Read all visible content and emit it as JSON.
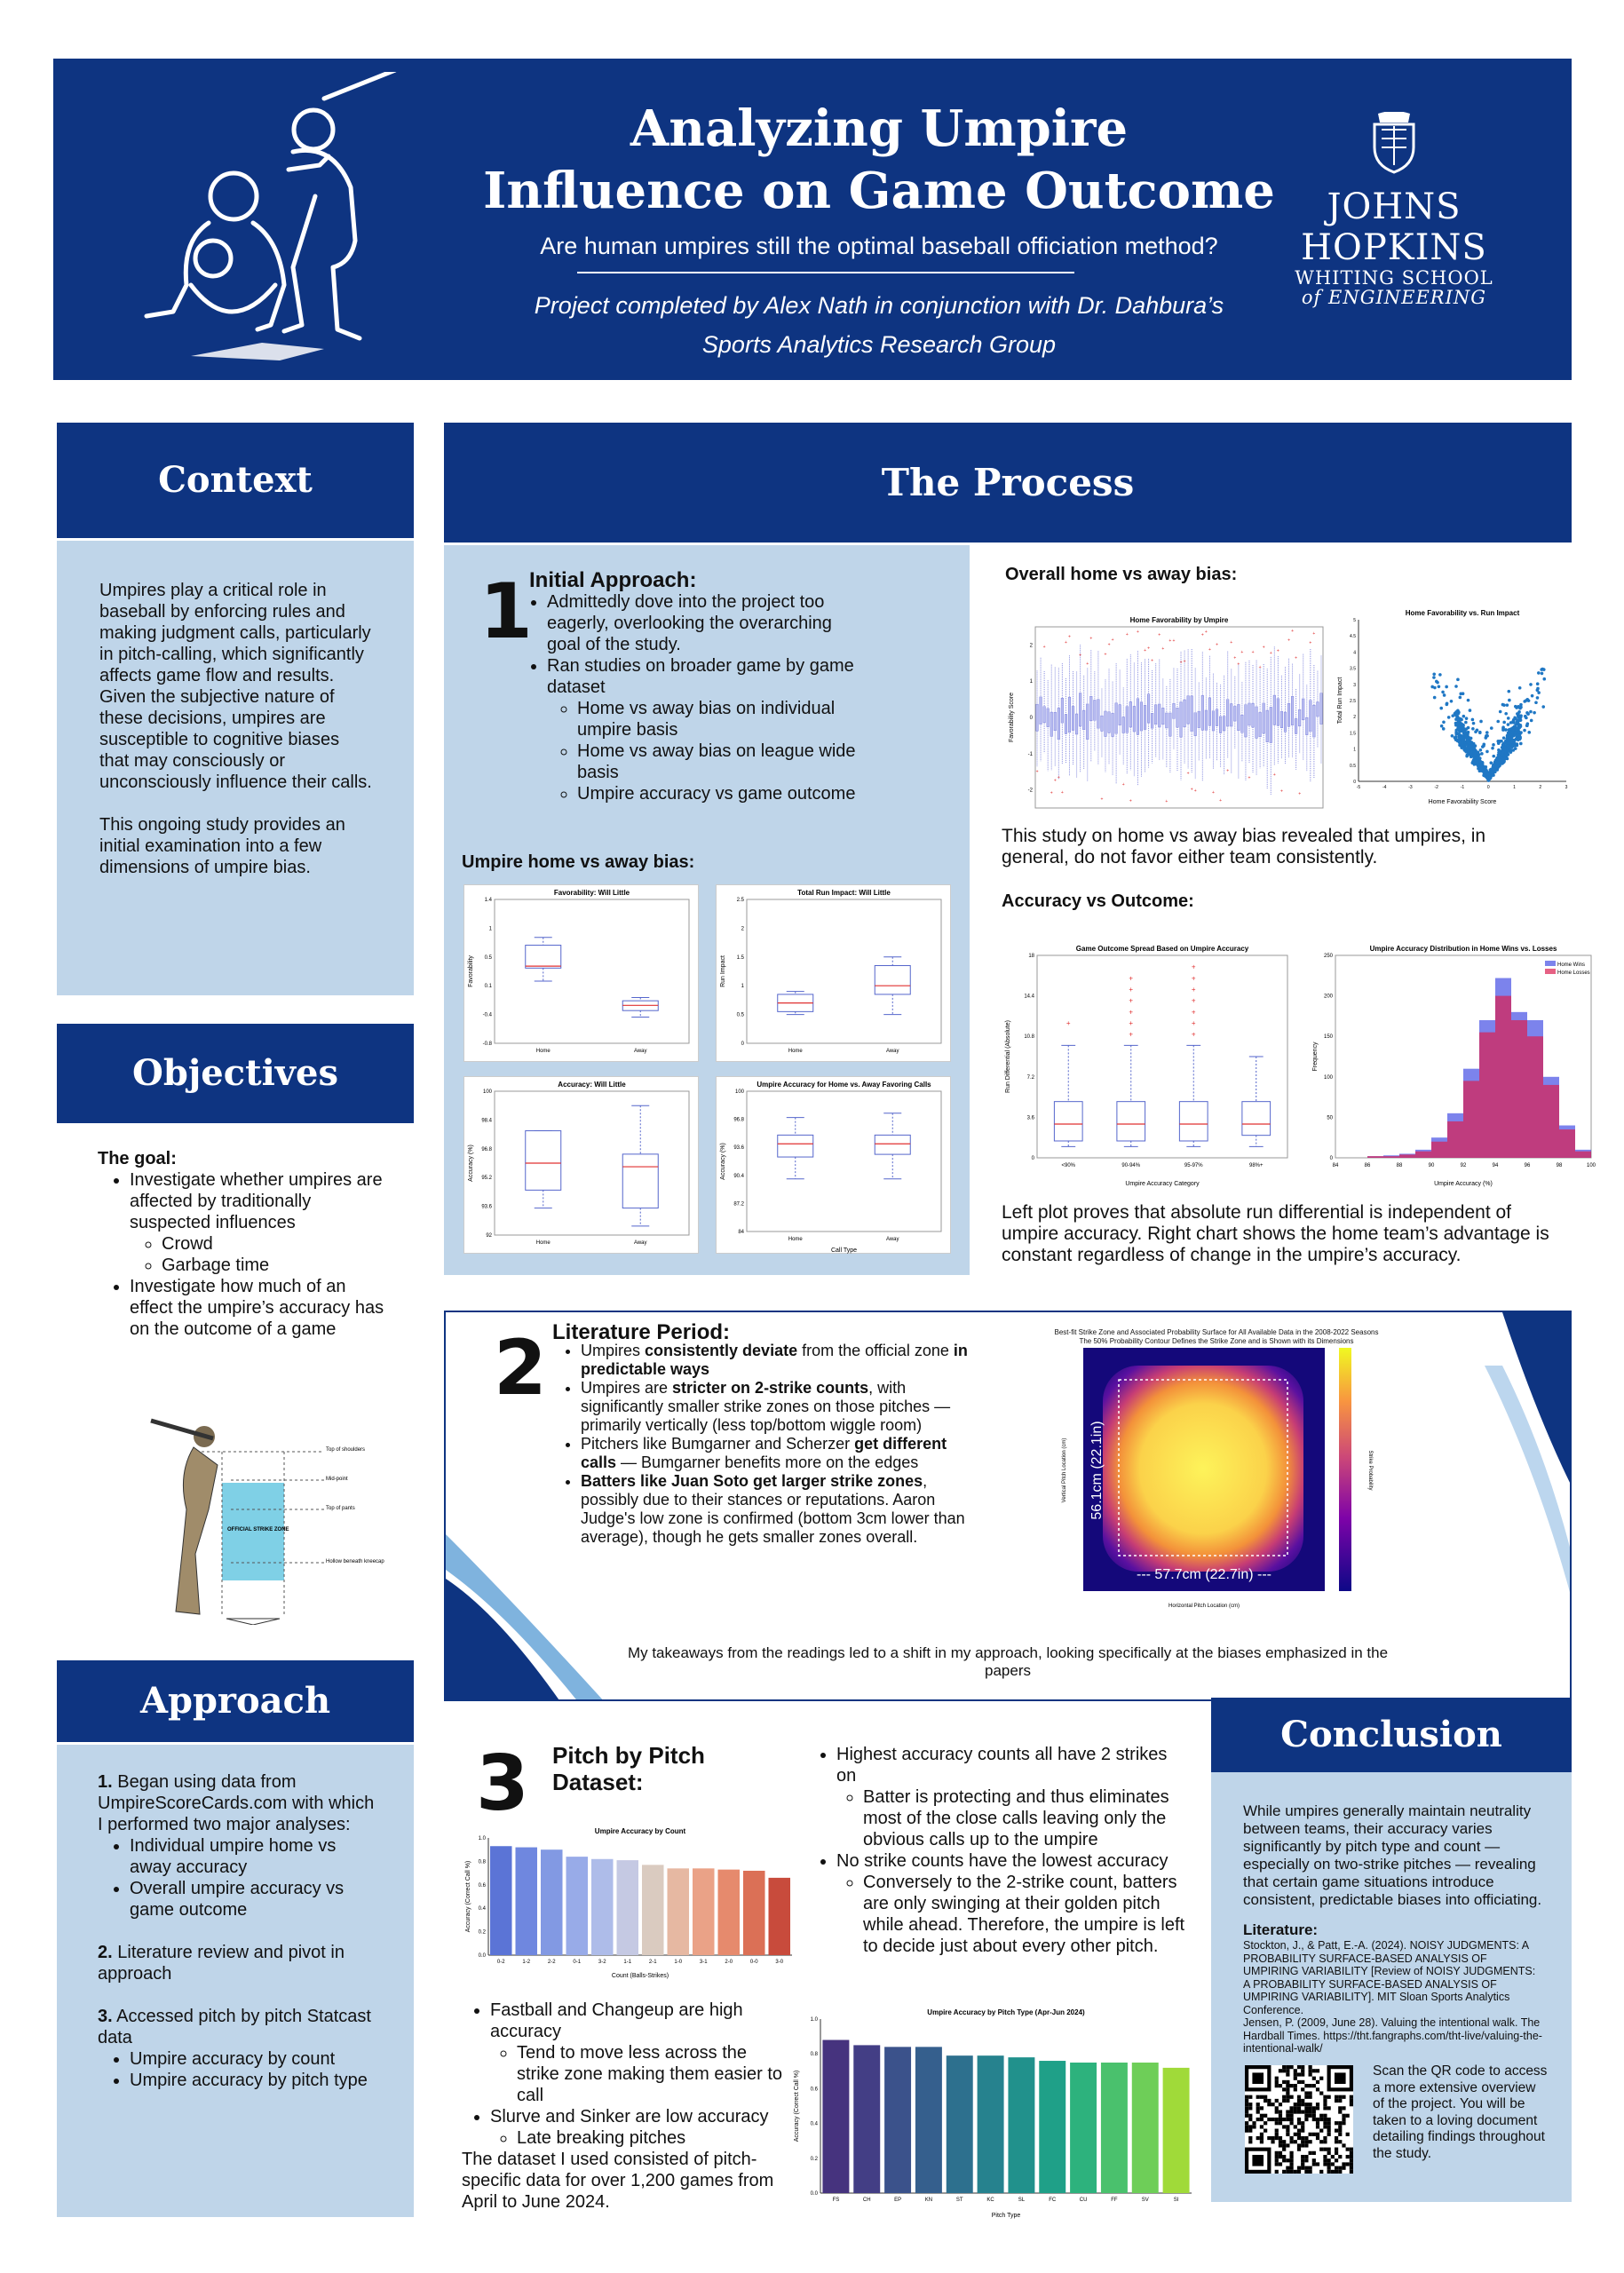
{
  "header": {
    "title_line1": "Analyzing Umpire",
    "title_line2": "Influence on Game Outcome",
    "subtitle": "Are human umpires still the optimal baseball officiation method?",
    "credit_line1": "Project completed by Alex Nath in conjunction with Dr. Dahbura’s",
    "credit_line2": "Sports Analytics Research Group",
    "logo_line1": "JOHNS HOPKINS",
    "logo_line2": "WHITING SCHOOL",
    "logo_line3": "of ENGINEERING"
  },
  "context": {
    "title": "Context",
    "p1": "Umpires play a critical role in baseball by enforcing rules and making judgment calls, particularly in pitch-calling, which significantly affects game flow and results. Given the subjective nature of these decisions, umpires are susceptible to cognitive biases that may consciously or unconsciously influence their calls.",
    "p2": "This ongoing study provides an initial examination into a few dimensions of umpire bias."
  },
  "objectives": {
    "title": "Objectives",
    "goal_label": "The goal:",
    "b1": "Investigate whether umpires are affected by traditionally suspected influences",
    "b1a": "Crowd",
    "b1b": "Garbage time",
    "b2": "Investigate how much of an effect the umpire’s accuracy has on the outcome of a game",
    "zone_labels": [
      "Top of shoulders",
      "Mid-point",
      "Top of pants",
      "OFFICIAL STRIKE ZONE",
      "Hollow beneath kneecap"
    ]
  },
  "approach": {
    "title": "Approach",
    "s1_num": "1.",
    "s1": "Began using data from UmpireScoreCards.com with which I performed two major analyses:",
    "s1a": "Individual umpire home vs away accuracy",
    "s1b": "Overall umpire accuracy vs game outcome",
    "s2_num": "2.",
    "s2": "Literature review and pivot in approach",
    "s3_num": "3.",
    "s3": "Accessed pitch by pitch Statcast data",
    "s3a": "Umpire accuracy by count",
    "s3b": "Umpire accuracy by pitch type"
  },
  "process": {
    "title": "The Process",
    "step1": {
      "num": "1",
      "title": "Initial Approach:",
      "b1": "Admittedly dove into the project too eagerly, overlooking the overarching goal of the study.",
      "b2": "Ran studies on broader game by game dataset",
      "b2a": "Home vs away bias on individual umpire basis",
      "b2b": "Home vs away bias on league wide basis",
      "b2c": "Umpire accuracy vs game outcome",
      "umpire_bias_label": "Umpire home vs away bias:",
      "overall_label": "Overall home vs away bias:",
      "overall_caption": "This study on home vs away bias revealed that umpires, in general, do not favor either team consistently.",
      "accuracy_label": "Accuracy vs Outcome:",
      "accuracy_caption": "Left plot proves that absolute run differential is independent of umpire accuracy. Right chart shows the home team’s advantage is constant regardless of change in the umpire’s accuracy."
    },
    "step2": {
      "num": "2",
      "title": "Literature Period:",
      "b1_pre": "Umpires ",
      "b1_bold": "consistently deviate",
      "b1_mid": " from the official zone ",
      "b1_bold2": "in predictable ways",
      "b2_pre": "Umpires are ",
      "b2_bold": "stricter on 2-strike counts",
      "b2_post": ", with significantly smaller strike zones on those pitches — primarily vertically (less top/bottom wiggle room)",
      "b3_pre": "Pitchers like Bumgarner and Scherzer ",
      "b3_bold": "get different calls",
      "b3_post": " — Bumgarner benefits more on the edges",
      "b4_bold": "Batters like Juan Soto get larger strike zones",
      "b4_post": ", possibly due to their stances or reputations. Aaron Judge's low zone is confirmed (bottom 3cm lower than average), though he gets smaller zones overall.",
      "takeaway": "My takeaways from the readings led to a shift in my approach, looking specifically at the biases emphasized in the papers",
      "heatmap_title1": "Best-fit Strike Zone and Associated Probability Surface for All Available Data in the 2008-2022 Seasons",
      "heatmap_title2": "The 50% Probability Contour Defines the Strike Zone and is Shown with its Dimensions",
      "heatmap_height": "56.1cm (22.1in)",
      "heatmap_width": "--- 57.7cm (22.7in) ---",
      "heatmap_xlabel": "Horizontal Pitch Location (cm)",
      "heatmap_ylabel": "Vertical Pitch Location (cm)",
      "heatmap_cbar": "Strike Probability"
    },
    "step3": {
      "num": "3",
      "title": "Pitch by Pitch Dataset:",
      "c1": "Fastball and Changeup are high accuracy",
      "c1a": "Tend to move less across the strike zone making them easier to call",
      "c2": "Slurve and Sinker are low accuracy",
      "c2a": "Late breaking pitches",
      "c3": "The dataset I used consisted of pitch-specific data for over 1,200 games from April to June 2024.",
      "r1": "Highest accuracy counts all have 2 strikes on",
      "r1a": "Batter is protecting and thus eliminates most of the close calls leaving only the obvious calls up to the umpire",
      "r2": "No strike counts have the lowest accuracy",
      "r2a": "Conversely to the 2-strike count, batters are only swinging at their golden pitch while ahead. Therefore, the umpire is left to decide just about every other pitch."
    }
  },
  "conclusion": {
    "title": "Conclusion",
    "text": "While umpires generally maintain neutrality between teams, their accuracy varies significantly by pitch type and count — especially on two-strike pitches — revealing that certain game situations introduce consistent, predictable biases into officiating.",
    "lit_label": "Literature:",
    "ref1": "Stockton, J., & Patt, E.-A. (2024). NOISY JUDGMENTS: A PROBABILITY SURFACE-BASED ANALYSIS OF UMPIRING VARIABILITY [Review of NOISY JUDGMENTS: A PROBABILITY SURFACE-BASED ANALYSIS OF UMPIRING VARIABILITY]. MIT Sloan Sports Analytics Conference.",
    "ref2": "Jensen, P. (2009, June 28). Valuing the intentional walk. The Hardball Times. https://tht.fangraphs.com/tht-live/valuing-the-intentional-walk/",
    "qr_text": "Scan the QR code to access a more extensive overview of the project. You will be taken to a loving document detailing findings throughout the study."
  },
  "chart_data": [
    {
      "type": "box",
      "title": "Favorability: Will Little",
      "ylabel": "Favorability",
      "categories": [
        "Home",
        "Away"
      ],
      "boxes": [
        {
          "min": 0.15,
          "q1": 0.35,
          "median": 0.38,
          "q3": 0.7,
          "max": 0.82
        },
        {
          "min": -0.4,
          "q1": -0.3,
          "median": -0.22,
          "q3": -0.15,
          "max": -0.1
        }
      ],
      "ylim": [
        -0.8,
        1.4
      ]
    },
    {
      "type": "box",
      "title": "Total Run Impact: Will Little",
      "ylabel": "Run Impact",
      "categories": [
        "Home",
        "Away"
      ],
      "boxes": [
        {
          "min": 0.5,
          "q1": 0.55,
          "median": 0.7,
          "q3": 0.85,
          "max": 0.9
        },
        {
          "min": 0.5,
          "q1": 0.85,
          "median": 1.0,
          "q3": 1.35,
          "max": 1.5
        }
      ],
      "ylim": [
        0,
        2.5
      ]
    },
    {
      "type": "box",
      "title": "Accuracy: Will Little",
      "ylabel": "Accuracy (%)",
      "categories": [
        "Home",
        "Away"
      ],
      "boxes": [
        {
          "min": 93.5,
          "q1": 94.5,
          "median": 96,
          "q3": 97.8,
          "max": 97.8
        },
        {
          "min": 92.5,
          "q1": 93.5,
          "median": 95.8,
          "q3": 96.5,
          "max": 99.2
        }
      ],
      "ylim": [
        92,
        100
      ]
    },
    {
      "type": "box",
      "title": "Umpire Accuracy for Home vs. Away Favoring Calls",
      "ylabel": "Accuracy (%)",
      "xlabel": "Call Type",
      "categories": [
        "Home",
        "Away"
      ],
      "boxes": [
        {
          "min": 90,
          "q1": 92.5,
          "median": 94,
          "q3": 95,
          "max": 97
        },
        {
          "min": 90,
          "q1": 92.8,
          "median": 94,
          "q3": 95,
          "max": 97.5
        }
      ],
      "ylim": [
        84,
        100
      ]
    },
    {
      "type": "bar",
      "title": "Umpire Accuracy by Count",
      "xlabel": "Count (Balls-Strikes)",
      "ylabel": "Accuracy (Correct Call %)",
      "categories": [
        "0-2",
        "1-2",
        "2-2",
        "0-1",
        "3-2",
        "1-1",
        "2-1",
        "1-0",
        "3-1",
        "2-0",
        "0-0",
        "3-0"
      ],
      "values": [
        0.93,
        0.92,
        0.9,
        0.84,
        0.82,
        0.81,
        0.77,
        0.74,
        0.74,
        0.73,
        0.72,
        0.66
      ],
      "ylim": [
        0,
        1
      ]
    },
    {
      "type": "bar",
      "title": "Umpire Accuracy by Pitch Type (Apr-Jun 2024)",
      "xlabel": "Pitch Type",
      "ylabel": "Accuracy (Correct Call %)",
      "categories": [
        "FS",
        "CH",
        "EP",
        "KN",
        "ST",
        "KC",
        "SL",
        "FC",
        "CU",
        "FF",
        "SV",
        "SI"
      ],
      "values": [
        0.88,
        0.85,
        0.84,
        0.84,
        0.79,
        0.79,
        0.78,
        0.76,
        0.75,
        0.75,
        0.75,
        0.72
      ],
      "ylim": [
        0,
        1
      ]
    },
    {
      "type": "histogram",
      "title": "Umpire Accuracy Distribution in Home Wins vs. Losses",
      "xlabel": "Umpire Accuracy (%)",
      "ylabel": "Frequency",
      "bins": [
        86,
        87,
        88,
        89,
        90,
        91,
        92,
        93,
        94,
        95,
        96,
        97,
        98,
        99
      ],
      "series": [
        {
          "name": "Home Wins",
          "values": [
            2,
            3,
            5,
            10,
            25,
            55,
            110,
            170,
            222,
            180,
            170,
            100,
            40,
            10
          ]
        },
        {
          "name": "Home Losses",
          "values": [
            2,
            2,
            4,
            8,
            20,
            45,
            95,
            155,
            200,
            170,
            150,
            90,
            35,
            8
          ]
        }
      ],
      "ylim": [
        0,
        250
      ]
    },
    {
      "type": "box",
      "title": "Game Outcome Spread Based on Umpire Accuracy",
      "xlabel": "Umpire Accuracy Category",
      "ylabel": "Run Differential (Absolute)",
      "categories": [
        "<90%",
        "90-94%",
        "95-97%",
        "98%+"
      ],
      "boxes": [
        {
          "min": 1,
          "q1": 1.5,
          "median": 3,
          "q3": 5,
          "max": 10
        },
        {
          "min": 1,
          "q1": 1.5,
          "median": 3,
          "q3": 5,
          "max": 10
        },
        {
          "min": 1,
          "q1": 1.5,
          "median": 3,
          "q3": 5,
          "max": 10
        },
        {
          "min": 1,
          "q1": 2,
          "median": 3,
          "q3": 5,
          "max": 9
        }
      ],
      "ylim": [
        0,
        18
      ]
    },
    {
      "type": "box",
      "title": "Home Favorability by Umpire",
      "ylabel": "Favorability Score",
      "ylim": [
        -2.5,
        2.5
      ]
    },
    {
      "type": "scatter",
      "title": "Home Favorability vs. Run Impact",
      "xlabel": "Home Favorability Score",
      "ylabel": "Total Run Impact",
      "xlim": [
        -5,
        3
      ],
      "ylim": [
        0,
        5
      ]
    }
  ]
}
